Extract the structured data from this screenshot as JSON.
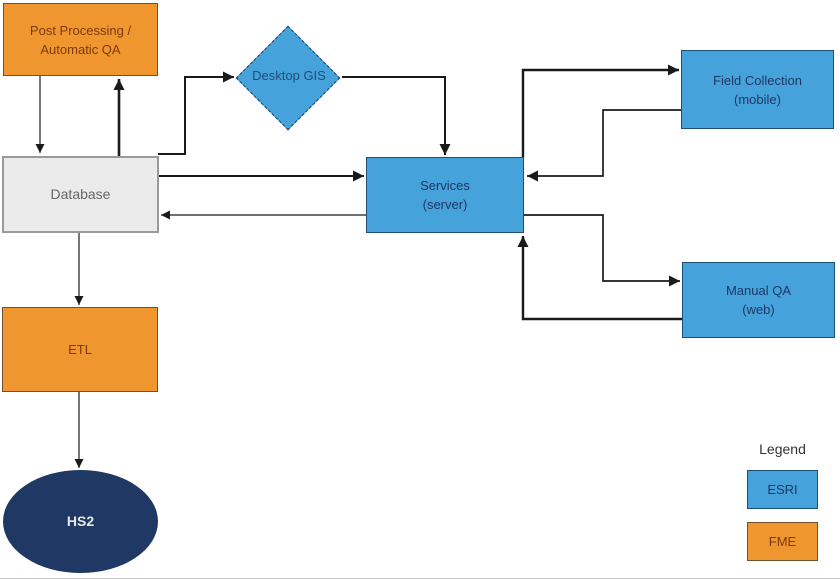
{
  "diagram": {
    "type": "flowchart",
    "nodes": {
      "post_processing": {
        "line1": "Post Processing /",
        "line2": "Automatic QA",
        "category": "FME"
      },
      "database": {
        "line1": "Database",
        "category": "neutral"
      },
      "etl": {
        "line1": "ETL",
        "category": "FME"
      },
      "hs2": {
        "line1": "HS2",
        "category": "other"
      },
      "desktop_gis": {
        "line1": "Desktop GIS",
        "category": "ESRI"
      },
      "services": {
        "line1": "Services",
        "line2": "(server)",
        "category": "ESRI"
      },
      "field_collection": {
        "line1": "Field Collection",
        "line2": "(mobile)",
        "category": "ESRI"
      },
      "manual_qa": {
        "line1": "Manual QA",
        "line2": "(web)",
        "category": "ESRI"
      }
    },
    "edges": [
      {
        "from": "post_processing",
        "to": "database"
      },
      {
        "from": "database",
        "to": "post_processing"
      },
      {
        "from": "database",
        "to": "desktop_gis"
      },
      {
        "from": "desktop_gis",
        "to": "services"
      },
      {
        "from": "database",
        "to": "services"
      },
      {
        "from": "services",
        "to": "database"
      },
      {
        "from": "services",
        "to": "field_collection"
      },
      {
        "from": "field_collection",
        "to": "services"
      },
      {
        "from": "services",
        "to": "manual_qa"
      },
      {
        "from": "manual_qa",
        "to": "services"
      },
      {
        "from": "database",
        "to": "etl"
      },
      {
        "from": "etl",
        "to": "hs2"
      }
    ]
  },
  "legend": {
    "title": "Legend",
    "items": [
      {
        "label": "ESRI",
        "color": "#45A2DB"
      },
      {
        "label": "FME",
        "color": "#F0962E"
      }
    ]
  },
  "colors": {
    "esri_blue": "#45A2DB",
    "fme_orange": "#F0962E",
    "hs2_navy": "#1F3864",
    "database_gray": "#EBEBEB",
    "connector_black": "#1a1a1a"
  }
}
